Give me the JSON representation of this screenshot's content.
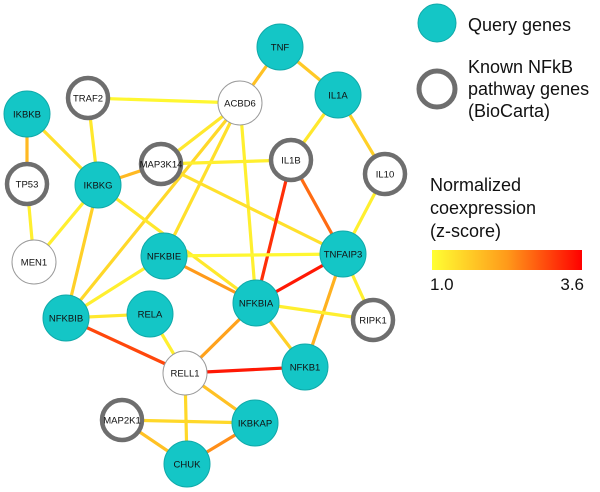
{
  "colors": {
    "query_fill": "#14c6c6",
    "query_stroke": "#0fa9a9",
    "known_fill": "#ffffff",
    "known_stroke": "#6e6e6e",
    "other_fill": "#ffffff",
    "other_stroke": "#9a9a9a",
    "scale_low": "#ffff33",
    "scale_high": "#ff0000"
  },
  "legend": {
    "query_label": "Query genes",
    "known_line1": "Known NFkB",
    "known_line2": "pathway genes",
    "known_line3": "(BioCarta)",
    "scale_title1": "Normalized",
    "scale_title2": "coexpression",
    "scale_title3": "(z-score)",
    "scale_min": "1.0",
    "scale_max": "3.6",
    "scale_min_value": 1.0,
    "scale_max_value": 3.6
  },
  "nodes": [
    {
      "id": "IKBKB",
      "label": "IKBKB",
      "type": "query"
    },
    {
      "id": "TRAF2",
      "label": "TRAF2",
      "type": "known"
    },
    {
      "id": "ACBD6",
      "label": "ACBD6",
      "type": "other"
    },
    {
      "id": "TNF",
      "label": "TNF",
      "type": "query"
    },
    {
      "id": "IL1A",
      "label": "IL1A",
      "type": "query"
    },
    {
      "id": "TP53",
      "label": "TP53",
      "type": "known"
    },
    {
      "id": "IKBKG",
      "label": "IKBKG",
      "type": "query"
    },
    {
      "id": "MAP3K14",
      "label": "MAP3K14",
      "type": "known"
    },
    {
      "id": "IL1B",
      "label": "IL1B",
      "type": "known"
    },
    {
      "id": "IL10",
      "label": "IL10",
      "type": "known"
    },
    {
      "id": "MEN1",
      "label": "MEN1",
      "type": "other"
    },
    {
      "id": "NFKBIE",
      "label": "NFKBIE",
      "type": "query"
    },
    {
      "id": "TNFAIP3",
      "label": "TNFAIP3",
      "type": "query"
    },
    {
      "id": "NFKBIB",
      "label": "NFKBIB",
      "type": "query"
    },
    {
      "id": "RELA",
      "label": "RELA",
      "type": "query"
    },
    {
      "id": "NFKBIA",
      "label": "NFKBIA",
      "type": "query"
    },
    {
      "id": "RIPK1",
      "label": "RIPK1",
      "type": "known"
    },
    {
      "id": "RELL1",
      "label": "RELL1",
      "type": "other"
    },
    {
      "id": "NFKB1",
      "label": "NFKB1",
      "type": "query"
    },
    {
      "id": "MAP2K1",
      "label": "MAP2K1",
      "type": "known"
    },
    {
      "id": "IKBKAP",
      "label": "IKBKAP",
      "type": "query"
    },
    {
      "id": "CHUK",
      "label": "CHUK",
      "type": "query"
    }
  ],
  "edges": [
    {
      "source": "IKBKB",
      "target": "TP53",
      "z": 1.9
    },
    {
      "source": "IKBKB",
      "target": "IKBKG",
      "z": 1.4
    },
    {
      "source": "TP53",
      "target": "MEN1",
      "z": 1.2
    },
    {
      "source": "TRAF2",
      "target": "ACBD6",
      "z": 1.1
    },
    {
      "source": "TRAF2",
      "target": "IKBKG",
      "z": 1.3
    },
    {
      "source": "ACBD6",
      "target": "TNF",
      "z": 1.8
    },
    {
      "source": "TNF",
      "target": "IL1A",
      "z": 1.7
    },
    {
      "source": "ACBD6",
      "target": "MAP3K14",
      "z": 1.3
    },
    {
      "source": "ACBD6",
      "target": "NFKBIE",
      "z": 1.4
    },
    {
      "source": "ACBD6",
      "target": "NFKBIA",
      "z": 1.2
    },
    {
      "source": "ACBD6",
      "target": "NFKBIB",
      "z": 1.5
    },
    {
      "source": "IL1A",
      "target": "IL1B",
      "z": 1.3
    },
    {
      "source": "IL1A",
      "target": "IL10",
      "z": 1.6
    },
    {
      "source": "IKBKG",
      "target": "MAP3K14",
      "z": 1.9
    },
    {
      "source": "MAP3K14",
      "target": "IL1B",
      "z": 1.2
    },
    {
      "source": "MAP3K14",
      "target": "TNFAIP3",
      "z": 1.4
    },
    {
      "source": "IKBKG",
      "target": "MEN1",
      "z": 1.2
    },
    {
      "source": "IKBKG",
      "target": "NFKBIB",
      "z": 1.6
    },
    {
      "source": "IKBKG",
      "target": "NFKBIA",
      "z": 1.3
    },
    {
      "source": "IL1B",
      "target": "TNFAIP3",
      "z": 2.7
    },
    {
      "source": "IL1B",
      "target": "NFKBIA",
      "z": 3.2
    },
    {
      "source": "IL10",
      "target": "TNFAIP3",
      "z": 1.2
    },
    {
      "source": "NFKBIE",
      "target": "TNFAIP3",
      "z": 1.1
    },
    {
      "source": "NFKBIE",
      "target": "NFKBIB",
      "z": 1.2
    },
    {
      "source": "NFKBIE",
      "target": "NFKBIA",
      "z": 2.3
    },
    {
      "source": "TNFAIP3",
      "target": "NFKBIA",
      "z": 3.4
    },
    {
      "source": "TNFAIP3",
      "target": "NFKB1",
      "z": 2.0
    },
    {
      "source": "TNFAIP3",
      "target": "RIPK1",
      "z": 1.2
    },
    {
      "source": "NFKBIA",
      "target": "RIPK1",
      "z": 1.2
    },
    {
      "source": "NFKBIA",
      "target": "NFKB1",
      "z": 1.6
    },
    {
      "source": "NFKBIA",
      "target": "RELL1",
      "z": 2.2
    },
    {
      "source": "NFKBIB",
      "target": "RELA",
      "z": 1.3
    },
    {
      "source": "NFKBIB",
      "target": "RELL1",
      "z": 3.0
    },
    {
      "source": "RELA",
      "target": "RELL1",
      "z": 1.2
    },
    {
      "source": "RELL1",
      "target": "NFKB1",
      "z": 3.4
    },
    {
      "source": "RELL1",
      "target": "IKBKAP",
      "z": 1.8
    },
    {
      "source": "RELL1",
      "target": "CHUK",
      "z": 1.5
    },
    {
      "source": "MAP2K1",
      "target": "IKBKAP",
      "z": 1.5
    },
    {
      "source": "MAP2K1",
      "target": "CHUK",
      "z": 1.8
    },
    {
      "source": "IKBKAP",
      "target": "CHUK",
      "z": 2.4
    }
  ]
}
